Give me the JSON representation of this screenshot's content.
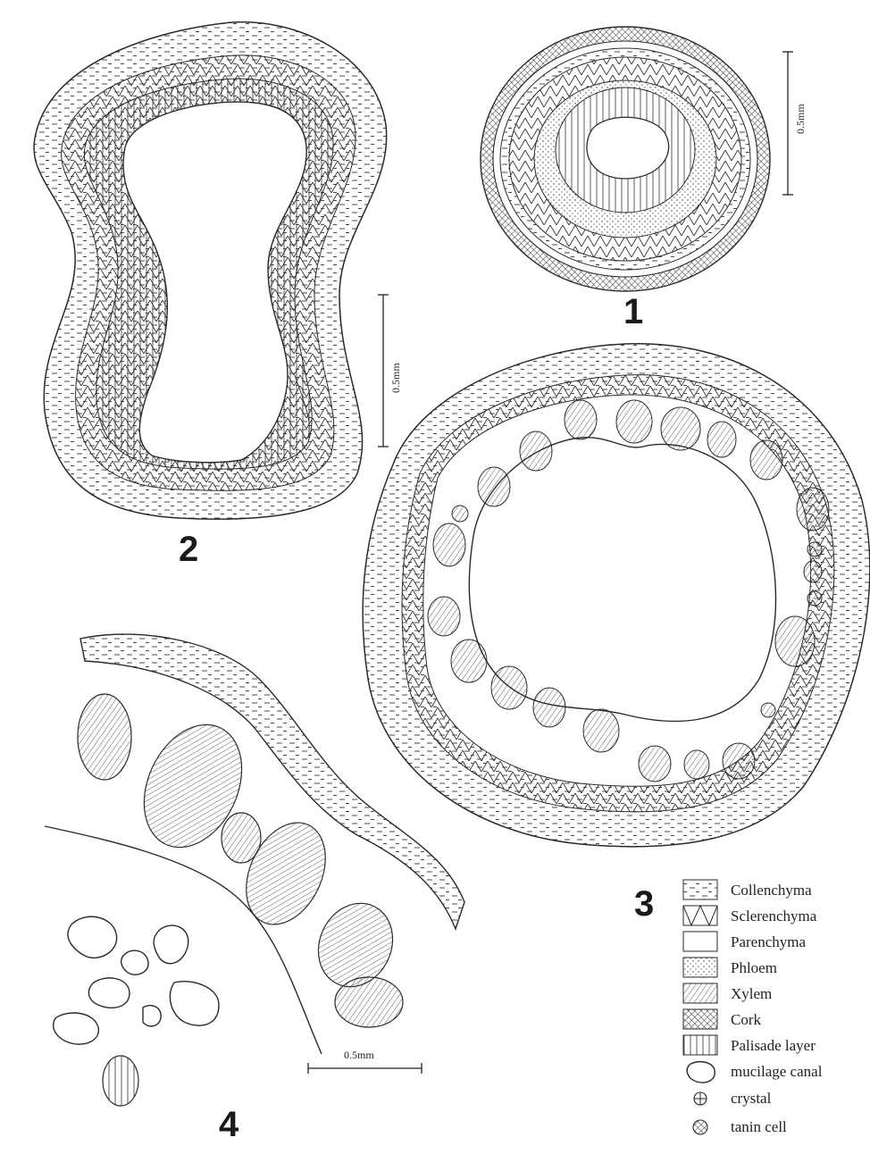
{
  "figures": [
    {
      "id": "1",
      "label": "1"
    },
    {
      "id": "2",
      "label": "2"
    },
    {
      "id": "3",
      "label": "3"
    },
    {
      "id": "4",
      "label": "4"
    }
  ],
  "scale_bars": [
    {
      "figure": "1",
      "label": "0.5mm"
    },
    {
      "figure": "2",
      "label": "0.5mm"
    },
    {
      "figure": "4",
      "label": "0.5mm"
    }
  ],
  "legend": [
    {
      "label": "Collenchyma",
      "pattern": "dashes"
    },
    {
      "label": "Sclerenchyma",
      "pattern": "zigzag"
    },
    {
      "label": "Parenchyma",
      "pattern": "plain"
    },
    {
      "label": "Phloem",
      "pattern": "dots"
    },
    {
      "label": "Xylem",
      "pattern": "hatch"
    },
    {
      "label": "Cork",
      "pattern": "crosshatch"
    },
    {
      "label": "Palisade layer",
      "pattern": "palisade"
    },
    {
      "label": "mucilage canal",
      "pattern": "outline"
    },
    {
      "label": "crystal",
      "pattern": "crystal"
    },
    {
      "label": "tanin cell",
      "pattern": "tannin"
    }
  ],
  "colors": {
    "ink": "#2a2a2a",
    "paper": "#ffffff"
  }
}
